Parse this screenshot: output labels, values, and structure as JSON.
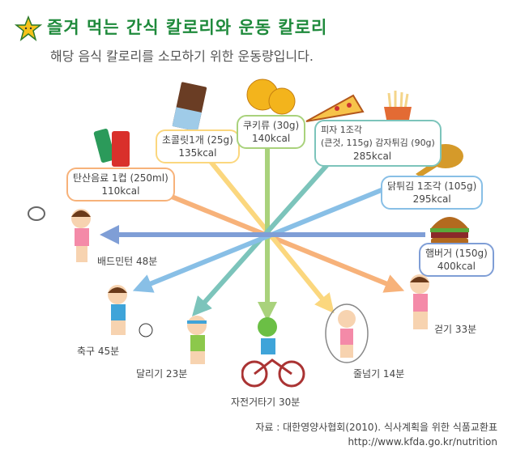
{
  "header": {
    "title": "즐겨 먹는 간식 칼로리와 운동 칼로리",
    "subtitle": "해당 음식 칼로리를 소모하기 위한 운동량입니다."
  },
  "foods": [
    {
      "name": "탄산음료 1컵 (250ml)",
      "kcal": "110kcal",
      "color": "#f7b27a",
      "exercise": "걷기 33분"
    },
    {
      "name": "초콜릿1개 (25g)",
      "kcal": "135kcal",
      "color": "#fbd77e",
      "exercise": "줄넘기 14분"
    },
    {
      "name": "쿠키류 (30g)",
      "kcal": "140kcal",
      "color": "#a9d27c",
      "exercise": "자전거타기 30분"
    },
    {
      "name": "피자 1조각",
      "name2": "(큰것, 115g)",
      "name3": "감자튀김 (90g)",
      "kcal": "285kcal",
      "color": "#7cc4bb",
      "exercise": "달리기 23분"
    },
    {
      "name": "닭튀김 1조각 (105g)",
      "kcal": "295kcal",
      "color": "#88bfe6",
      "exercise": "축구 45분"
    },
    {
      "name": "햄버거 (150g)",
      "kcal": "400kcal",
      "color": "#7f9ed6",
      "exercise": "배드민턴 48분"
    }
  ],
  "exercises": [
    "배드민턴 48분",
    "축구 45분",
    "달리기 23분",
    "자전거타기 30분",
    "줄넘기 14분",
    "걷기 33분"
  ],
  "source": {
    "line1": "자료 : 대한영양사협회(2010). 식사계획을 위한 식품교환표",
    "line2": "http://www.kfda.go.kr/nutrition"
  }
}
